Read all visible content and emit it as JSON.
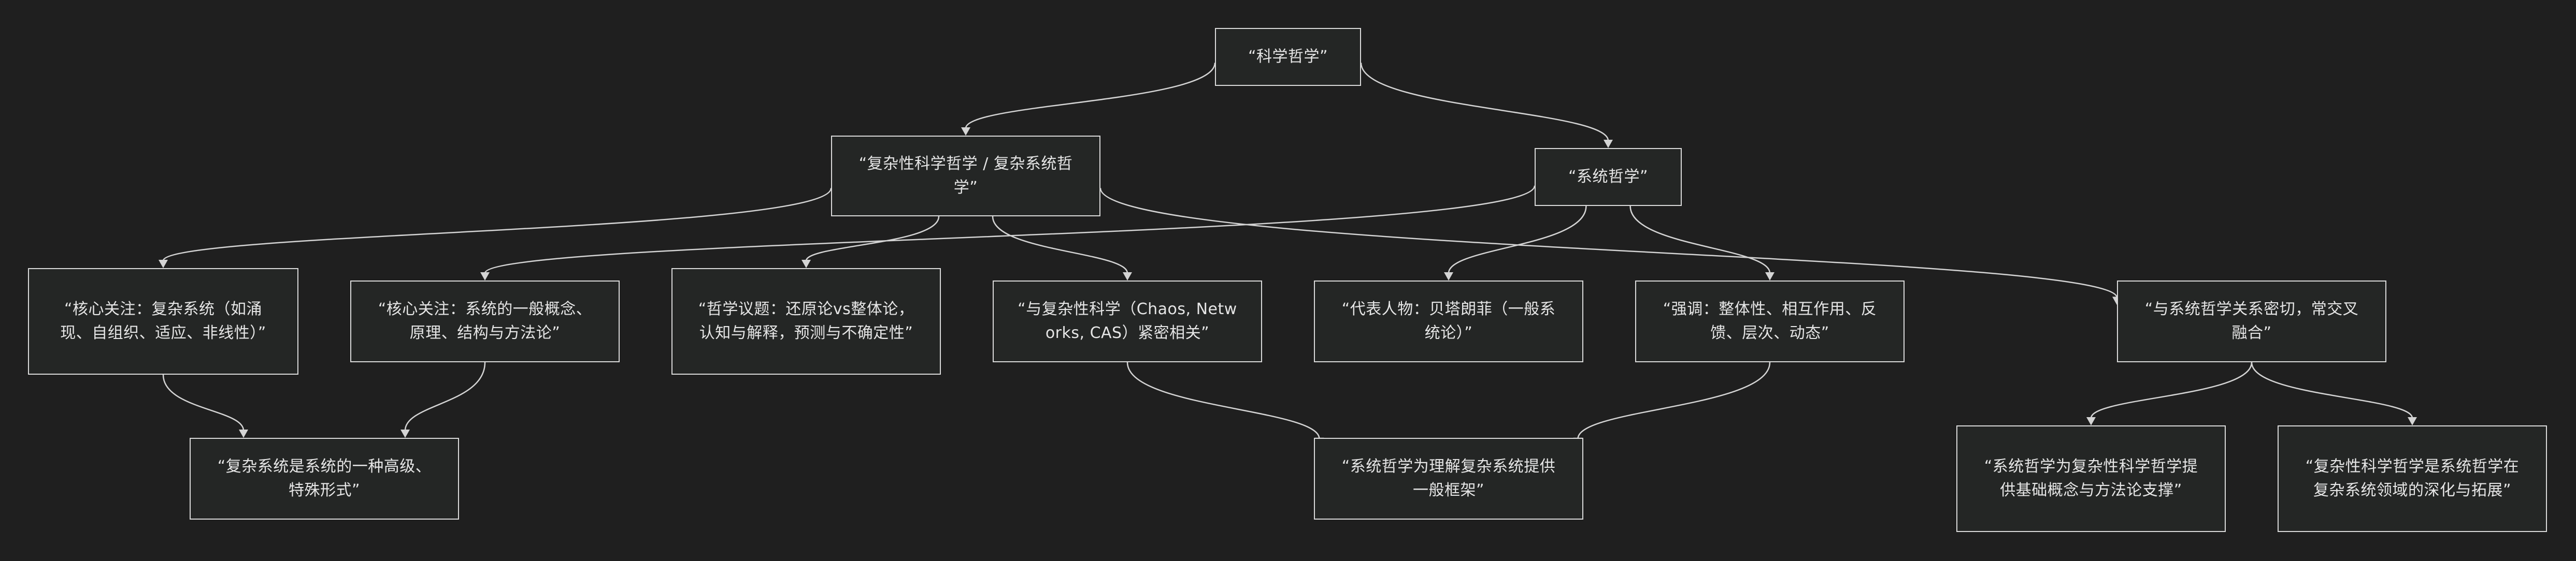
{
  "diagram": {
    "nodes": {
      "root": "“科学哲学”",
      "csp": "“复杂性科学哲学 / 复杂系统哲学”",
      "sp": "“系统哲学”",
      "csp_focus": "“核心关注：复杂系统（如涌现、自组织、适应、非线性）”",
      "sp_focus": "“核心关注：系统的一般概念、原理、结构与方法论”",
      "csp_issues": "“哲学议题：还原论vs整体论，认知与解释，预测与不确定性”",
      "csp_related": "“与复杂性科学（Chaos, Networks, CAS）紧密相关”",
      "sp_figure": "“代表人物：贝塔朗菲（一般系统论）”",
      "sp_emphasis": "“强调：整体性、相互作用、反馈、层次、动态”",
      "relation": "“与系统哲学关系密切，常交叉融合”",
      "special_case": "“复杂系统是系统的一种高级、特殊形式”",
      "framework": "“系统哲学为理解复杂系统提供一般框架”",
      "foundation": "“系统哲学为复杂性科学哲学提供基础概念与方法论支撑”",
      "extension": "“复杂性科学哲学是系统哲学在复杂系统领域的深化与拓展”"
    },
    "edges": [
      [
        "root",
        "csp"
      ],
      [
        "root",
        "sp"
      ],
      [
        "csp",
        "csp_focus"
      ],
      [
        "csp",
        "csp_issues"
      ],
      [
        "csp",
        "csp_related"
      ],
      [
        "csp",
        "relation"
      ],
      [
        "sp",
        "sp_focus"
      ],
      [
        "sp",
        "sp_figure"
      ],
      [
        "sp",
        "sp_emphasis"
      ],
      [
        "csp_focus",
        "special_case"
      ],
      [
        "sp_focus",
        "special_case"
      ],
      [
        "csp_related",
        "framework"
      ],
      [
        "sp_emphasis",
        "framework"
      ],
      [
        "relation",
        "foundation"
      ],
      [
        "relation",
        "extension"
      ]
    ]
  }
}
